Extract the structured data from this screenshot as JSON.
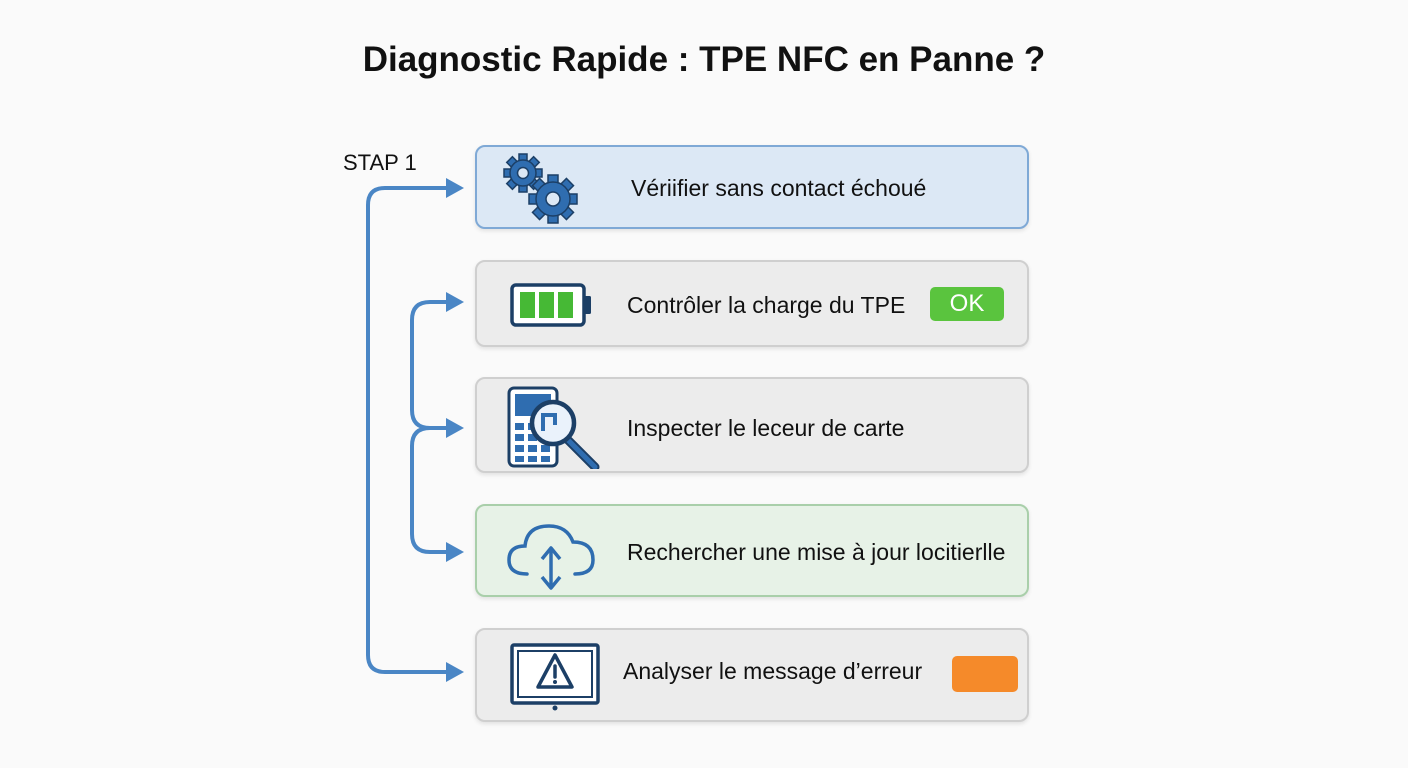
{
  "title": "Diagnostic Rapide : TPE NFC en Panne ?",
  "step_label": "STAP 1",
  "colors": {
    "accent_blue": "#4a86c5",
    "ok_green": "#5ac43e",
    "warning_orange": "#f58a2a"
  },
  "steps": [
    {
      "label": "Vériifier sans contact échoué",
      "icon": "gears-icon"
    },
    {
      "label": "Contrôler la charge du TPE",
      "icon": "battery-icon",
      "badge": "OK"
    },
    {
      "label": "Inspecter le leceur de carte",
      "icon": "card-reader-magnifier-icon"
    },
    {
      "label": "Rechercher une mise à jour locitierlle",
      "icon": "cloud-sync-icon"
    },
    {
      "label": "Analyser le message d’erreur",
      "icon": "warning-monitor-icon"
    }
  ]
}
